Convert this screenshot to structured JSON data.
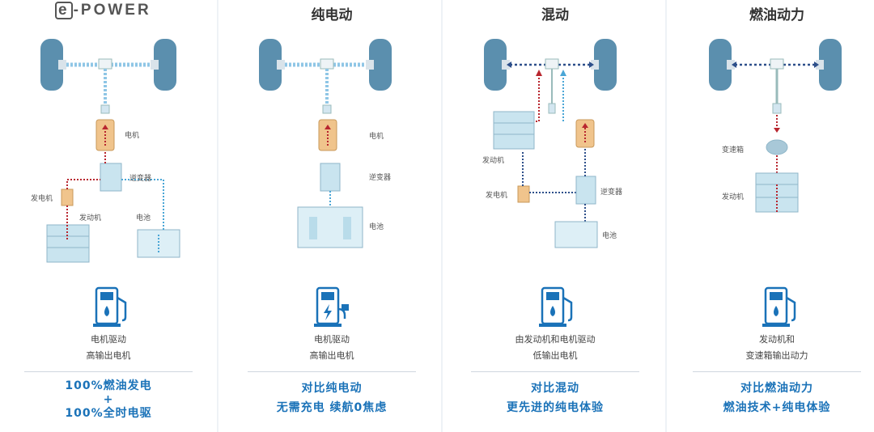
{
  "columns": [
    {
      "id": "epower",
      "title": "",
      "logo": {
        "e": "e",
        "rest": "-POWER"
      },
      "labels": {
        "motor": "电机",
        "inverter": "逆变器",
        "generator": "发电机",
        "engine": "发动机",
        "battery": "电池"
      },
      "desc": [
        "电机驱动",
        "高输出电机"
      ],
      "slogan": [
        "100%燃油发电",
        "+",
        "100%全时电驱"
      ]
    },
    {
      "id": "ev",
      "title": "纯电动",
      "labels": {
        "motor": "电机",
        "inverter": "逆变器",
        "battery": "电池"
      },
      "desc": [
        "电机驱动",
        "高输出电机"
      ],
      "slogan": [
        "对比纯电动",
        "无需充电  续航0焦虑"
      ]
    },
    {
      "id": "hybrid",
      "title": "混动",
      "labels": {
        "engine": "发动机",
        "generator": "发电机",
        "inverter": "逆变器",
        "battery": "电池"
      },
      "desc": [
        "由发动机和电机驱动",
        "低输出电机"
      ],
      "slogan": [
        "对比混动",
        "更先进的纯电体验"
      ]
    },
    {
      "id": "ice",
      "title": "燃油动力",
      "labels": {
        "gearbox": "变速箱",
        "engine": "发动机"
      },
      "desc": [
        "发动机和",
        "变速箱输出动力"
      ],
      "slogan": [
        "对比燃油动力",
        "燃油技术+纯电体验"
      ]
    }
  ],
  "icons": [
    "fuel-pump-icon",
    "charging-pump-icon",
    "fuel-pump-icon",
    "fuel-pump-icon"
  ],
  "colors": {
    "wheel": "#5b8fae",
    "motor": "#f0c48c",
    "box": "#c9e4ef",
    "red_line": "#b8262f",
    "blue_line": "#4aa6d6",
    "slogan": "#1a72b8"
  }
}
